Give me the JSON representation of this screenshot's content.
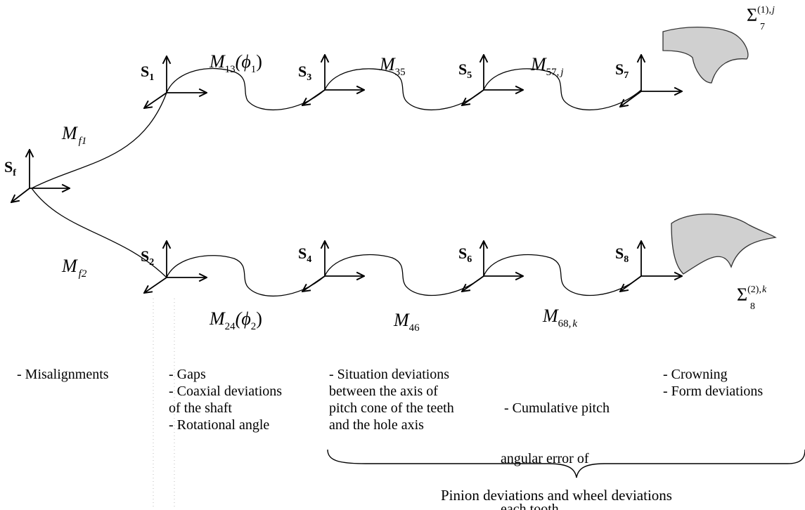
{
  "frames": {
    "Sf": {
      "base": "S",
      "sub": "f"
    },
    "S1": {
      "base": "S",
      "sub": "1"
    },
    "S2": {
      "base": "S",
      "sub": "2"
    },
    "S3": {
      "base": "S",
      "sub": "3"
    },
    "S4": {
      "base": "S",
      "sub": "4"
    },
    "S5": {
      "base": "S",
      "sub": "5"
    },
    "S6": {
      "base": "S",
      "sub": "6"
    },
    "S7": {
      "base": "S",
      "sub": "7"
    },
    "S8": {
      "base": "S",
      "sub": "8"
    }
  },
  "transforms": {
    "mf1": {
      "base": "M",
      "sub": "f1"
    },
    "mf2": {
      "base": "M",
      "sub": "f2"
    },
    "m13": {
      "base": "M",
      "sub": "13",
      "arg": "(ϕ",
      "arg_sub": "1",
      "close": ")"
    },
    "m24": {
      "base": "M",
      "sub": "24",
      "arg": "(ϕ",
      "arg_sub": "2",
      "close": ")"
    },
    "m35": {
      "base": "M",
      "sub": "35"
    },
    "m46": {
      "base": "M",
      "sub": "46"
    },
    "m57": {
      "base": "M",
      "sub": "57,",
      "sub_it": "j"
    },
    "m68": {
      "base": "M",
      "sub": "68,",
      "sub_it": "k"
    }
  },
  "surfaces": {
    "sigma7": {
      "base": "Σ",
      "sup": "(1),",
      "sup_it": "j",
      "sub": "7"
    },
    "sigma8": {
      "base": "Σ",
      "sup": "(2),",
      "sup_it": "k",
      "sub": "8"
    }
  },
  "notes": {
    "misalign": [
      "- Misalignments"
    ],
    "gaps": [
      "- Gaps",
      "- Coaxial deviations",
      "of the shaft",
      "- Rotational angle"
    ],
    "situation": [
      "- Situation deviations",
      "between the axis of",
      "pitch cone of the teeth",
      "and the hole axis"
    ],
    "pitch": [
      " - Cumulative pitch",
      "angular error of",
      "each tooth"
    ],
    "crowning": [
      "- Crowning",
      "- Form deviations"
    ]
  },
  "footer": "Pinion deviations and wheel deviations"
}
